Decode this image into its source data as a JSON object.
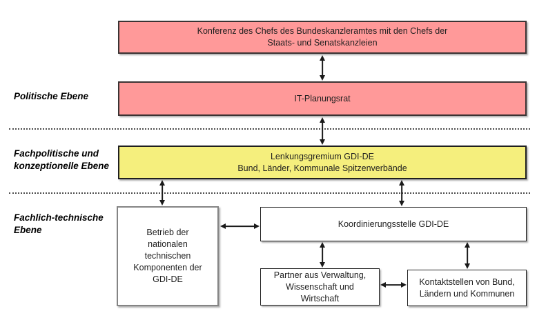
{
  "colors": {
    "political_fill": "#ff9999",
    "conceptual_fill": "#f5ef7d",
    "white_fill": "#ffffff",
    "border_dark": "#222222",
    "border_gray": "#848484",
    "arrow": "#1a1a1a"
  },
  "side_labels": {
    "political": "Politische Ebene",
    "conceptual": "Fachpolitische und\nkonzeptionelle Ebene",
    "technical": "Fachlich-technische\nEbene"
  },
  "boxes": {
    "konferenz": "Konferenz des Chefs des Bundeskanzleramtes mit den Chefs der\nStaats- und Senatskanzleien",
    "it_planungsrat": "IT-Planungsrat",
    "lenkungsgremium": "Lenkungsgremium GDI-DE\nBund, Länder, Kommunale Spitzenverbände",
    "betrieb": "Betrieb der\nnationalen\ntechnischen\nKomponenten der\nGDI-DE",
    "koordinierungsstelle": "Koordinierungsstelle GDI-DE",
    "partner": "Partner aus Verwaltung,\nWissenschaft und\nWirtschaft",
    "kontaktstellen": "Kontaktstellen von Bund,\nLändern und Kommunen"
  }
}
